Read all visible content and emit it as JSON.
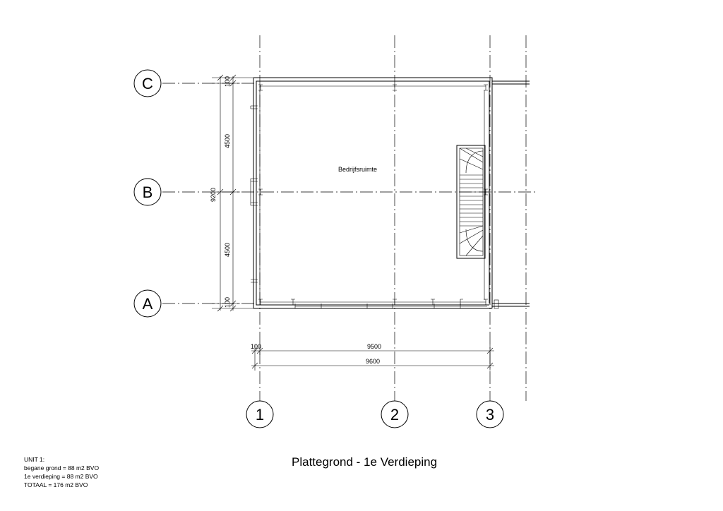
{
  "drawing": {
    "title": "Plattegrond - 1e Verdieping",
    "room_label": "Bedrijfsruimte",
    "grid_rows": [
      "C",
      "B",
      "A"
    ],
    "grid_cols": [
      "1",
      "2",
      "3"
    ],
    "vertical_dims": [
      "100",
      "4500",
      "9200",
      "4500",
      "100"
    ],
    "horizontal_dims": {
      "offset": "100",
      "inner": "9500",
      "total": "9600"
    }
  },
  "summary": {
    "header": "UNIT 1:",
    "lines": [
      "begane grond = 88 m2 BVO",
      "1e verdieping = 88 m2 BVO",
      "TOTAAL = 176 m2 BVO"
    ]
  }
}
